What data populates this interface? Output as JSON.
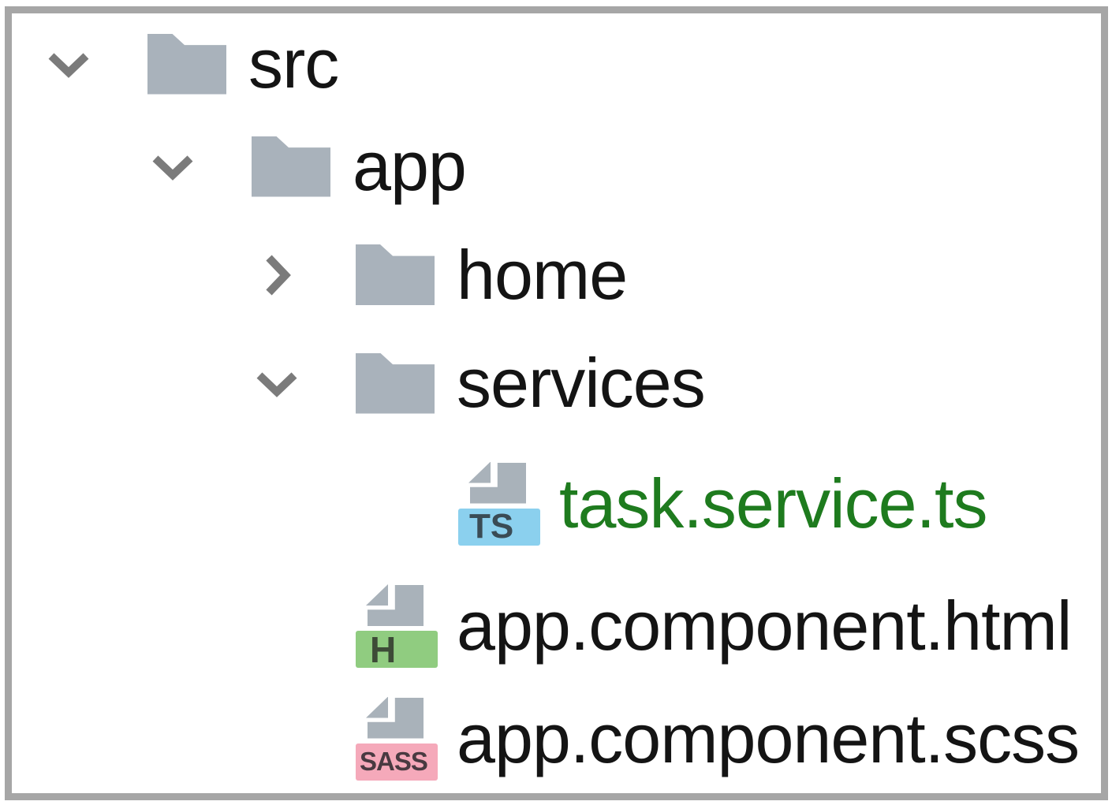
{
  "tree": {
    "rows": [
      {
        "label": "src",
        "kind": "folder",
        "state": "expanded",
        "level": 0
      },
      {
        "label": "app",
        "kind": "folder",
        "state": "expanded",
        "level": 1
      },
      {
        "label": "home",
        "kind": "folder",
        "state": "collapsed",
        "level": 2
      },
      {
        "label": "services",
        "kind": "folder",
        "state": "expanded",
        "level": 2
      },
      {
        "label": "task.service.ts",
        "kind": "file",
        "badge": "TS",
        "file_type": "typescript",
        "level": 3,
        "git_status": "added"
      },
      {
        "label": "app.component.html",
        "kind": "file",
        "badge": "H",
        "file_type": "html",
        "level": 2
      },
      {
        "label": "app.component.scss",
        "kind": "file",
        "badge": "SASS",
        "file_type": "sass",
        "level": 2
      }
    ]
  },
  "colors": {
    "folder_icon": "#a9b2bb",
    "page_icon": "#a9b2ba",
    "chevron": "#7b7b7b",
    "frame_border": "#a6a6a6",
    "badge_ts_bg": "#8bd0ee",
    "badge_ts_text": "#3a4b55",
    "badge_html_bg": "#90cc80",
    "badge_html_text": "#3d4b37",
    "badge_sass_bg": "#f5a9ba",
    "badge_sass_text": "#493a41",
    "filename_added": "#1e7b1e",
    "filename_default": "#141414",
    "background": "#ffffff"
  }
}
